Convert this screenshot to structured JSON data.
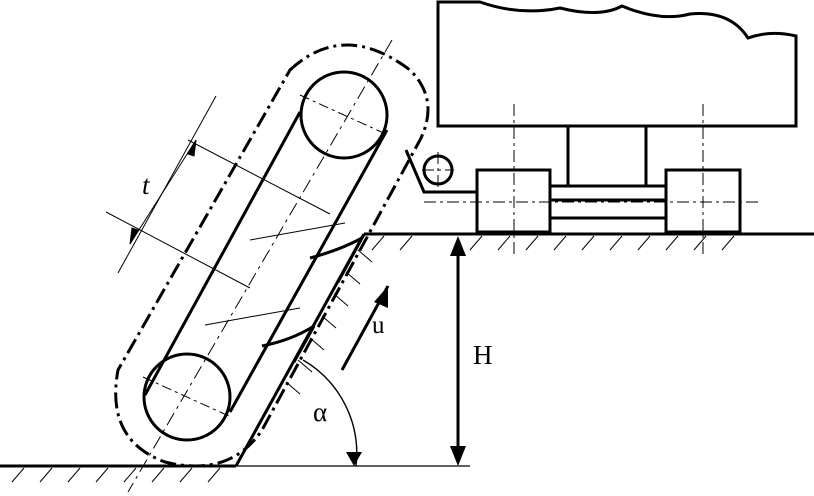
{
  "labels": {
    "t": "t",
    "u": "u",
    "H": "H",
    "alpha": "α"
  },
  "colors": {
    "ink": "#000000",
    "background": "#ffffff"
  }
}
